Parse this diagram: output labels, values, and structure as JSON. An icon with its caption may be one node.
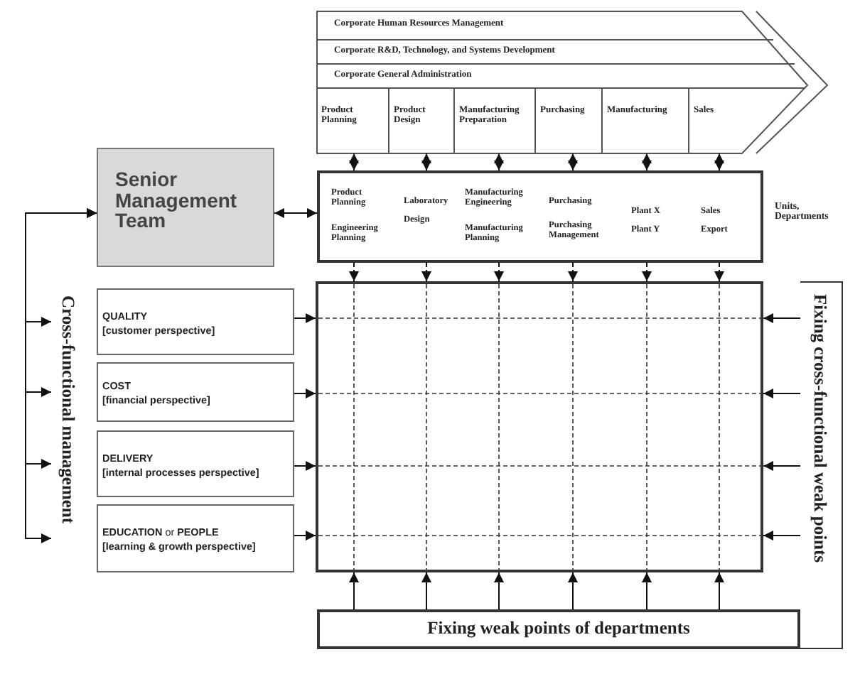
{
  "diagram": {
    "nodes": [
      {
        "text": [
          "Corporate Human Resources Management"
        ]
      },
      {
        "text": [
          "Corporate R&D, Technology, and Systems Development"
        ]
      },
      {
        "text": [
          "Corporate General Administration"
        ]
      },
      {
        "text": [
          "Product Planning"
        ]
      },
      {
        "text": [
          "Product Design"
        ]
      },
      {
        "text": [
          "Manufacturing Preparation"
        ]
      },
      {
        "text": [
          "Purchasing"
        ]
      },
      {
        "text": [
          "Manufacturing"
        ]
      },
      {
        "text": [
          "Sales"
        ]
      },
      {
        "text": [
          "Senior Management Team"
        ]
      },
      {
        "text": [
          "Product Planning",
          "Engineering Planning",
          "Laboratory",
          "Design",
          "Manufacturing Engineering",
          "Manufacturing Planning",
          "Purchasing",
          "Purchasing Management",
          "Plant X",
          "Plant Y",
          "Sales",
          "Export"
        ],
        "beside": [
          "Units, Departments"
        ]
      },
      {
        "text": [
          "QUALITY",
          "[customer perspective]"
        ]
      },
      {
        "text": [
          "COST",
          "[financial perspective]"
        ]
      },
      {
        "text": [
          "DELIVERY",
          "[internal processes perspective]"
        ]
      },
      {
        "text": [
          "**EDUCATION** or **PEOPLE**",
          "[learning & growth perspective]"
        ]
      },
      {
        "text": [],
        "shape": "box"
      },
      {
        "text": [
          "Fixing cross-functional weak points"
        ]
      },
      {
        "text": [
          "Fixing weak points of departments"
        ]
      }
    ],
    "edges": [
      {
        "from": 3,
        "to": 10,
        "arrow": "both",
        "style": "dashed"
      },
      {
        "from": 4,
        "to": 10,
        "arrow": "both",
        "style": "dashed"
      },
      {
        "from": 5,
        "to": 10,
        "arrow": "both",
        "style": "dashed"
      },
      {
        "from": 6,
        "to": 10,
        "arrow": "both",
        "style": "dashed"
      },
      {
        "from": 7,
        "to": 10,
        "arrow": "both",
        "style": "dashed"
      },
      {
        "from": 8,
        "to": 10,
        "arrow": "both",
        "style": "dashed"
      },
      {
        "from": 9,
        "to": 10,
        "arrow": "both"
      },
      {
        "from": 9,
        "to": 11,
        "arrow": "both"
      },
      {
        "from": 9,
        "to": 12,
        "arrow": "both"
      },
      {
        "from": 9,
        "to": 13,
        "arrow": "both"
      },
      {
        "from": 9,
        "to": 14,
        "arrow": "both"
      },
      {
        "from": 10,
        "to": 15,
        "arrow": "to",
        "style": "dashed"
      },
      {
        "from": 10,
        "to": 15,
        "arrow": "to",
        "style": "dashed"
      },
      {
        "from": 10,
        "to": 15,
        "arrow": "to",
        "style": "dashed"
      },
      {
        "from": 10,
        "to": 15,
        "arrow": "to",
        "style": "dashed"
      },
      {
        "from": 10,
        "to": 15,
        "arrow": "to",
        "style": "dashed"
      },
      {
        "from": 10,
        "to": 15,
        "arrow": "to",
        "style": "dashed"
      },
      {
        "from": 11,
        "to": 15,
        "arrow": "to"
      },
      {
        "from": 12,
        "to": 15,
        "arrow": "to"
      },
      {
        "from": 13,
        "to": 15,
        "arrow": "to"
      },
      {
        "from": 14,
        "to": 15,
        "arrow": "to"
      },
      {
        "from": 16,
        "to": 15,
        "arrow": "to"
      },
      {
        "from": 16,
        "to": 15,
        "arrow": "to"
      },
      {
        "from": 16,
        "to": 15,
        "arrow": "to"
      },
      {
        "from": 16,
        "to": 15,
        "arrow": "to"
      },
      {
        "from": 17,
        "to": 15,
        "arrow": "to"
      },
      {
        "from": 17,
        "to": 15,
        "arrow": "to"
      },
      {
        "from": 17,
        "to": 15,
        "arrow": "to"
      },
      {
        "from": 17,
        "to": 15,
        "arrow": "to"
      },
      {
        "from": 17,
        "to": 15,
        "arrow": "to"
      },
      {
        "from": 17,
        "to": 15,
        "arrow": "to"
      }
    ],
    "labels": [
      "Cross-functional management"
    ]
  }
}
